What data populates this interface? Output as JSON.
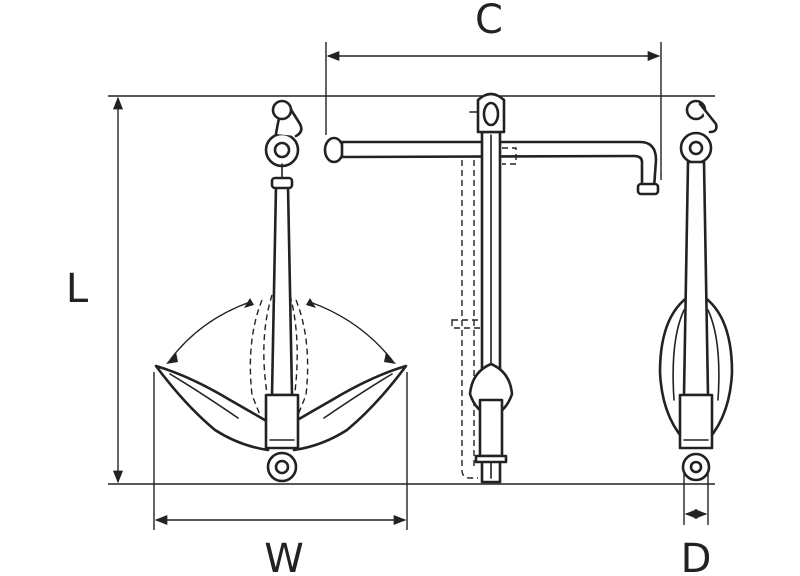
{
  "dimensions": {
    "c": "C",
    "l": "L",
    "w": "W",
    "d": "D"
  },
  "colors": {
    "line": "#222222",
    "background": "#ffffff"
  }
}
